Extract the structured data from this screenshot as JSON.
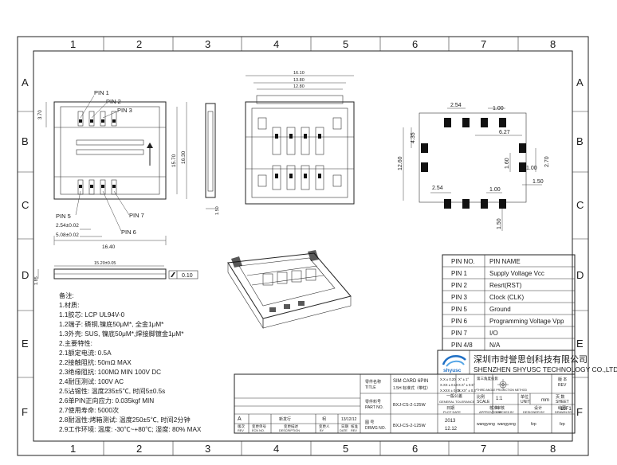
{
  "grid": {
    "columns": [
      "1",
      "2",
      "3",
      "4",
      "5",
      "6",
      "7",
      "8"
    ],
    "rows": [
      "A",
      "B",
      "C",
      "D",
      "E",
      "F"
    ]
  },
  "top_view": {
    "pin_labels": [
      "PIN 1",
      "PIN 2",
      "PIN 3",
      "PIN 5",
      "PIN 6",
      "PIN 7"
    ],
    "dims": [
      "3.70",
      "15.70",
      "16.30",
      "2.54±0.02",
      "5.08±0.02",
      "16.40",
      "1.50"
    ]
  },
  "front_view": {
    "dims": [
      "16.10",
      "13.80",
      "12.80"
    ]
  },
  "footprint": {
    "dims": [
      "2.54",
      "1.00",
      "4.35",
      "6.27",
      "12.60",
      "1.60",
      "2.70",
      "1.00",
      "1.50",
      "2.54",
      "1.00",
      "1.50"
    ]
  },
  "side_view": {
    "dims": [
      "15.20±0.05",
      "1.85",
      "0.10"
    ]
  },
  "pin_table": {
    "headers": [
      "PIN NO.",
      "PIN  NAME"
    ],
    "rows": [
      [
        "PIN 1",
        "Supply Voltage Vcc"
      ],
      [
        "PIN 2",
        "Resrt(RST)"
      ],
      [
        "PIN 3",
        "Clock (CLK)"
      ],
      [
        "PIN 5",
        "Ground"
      ],
      [
        "PIN 6",
        "Programming Voltage Vpp"
      ],
      [
        "PIN 7",
        "I/O"
      ],
      [
        "PIN 4/8",
        "N/A"
      ]
    ]
  },
  "notes": [
    "备注:",
    "1.材质:",
    "1.1胶芯: LCP UL94V-0",
    "1.2端子: 磷铜,镍底50μM*, 全金1μM*",
    "1.3外壳: SUS, 镍底50μM*,焊接脚镀金1μM*",
    "2.主要特性:",
    "2.1额定电流: 0.5A",
    "2.2接触阻抗: 50mΩ MAX",
    "2.3绝缘阻抗: 100MΩ MIN 100V DC",
    "2.4耐压测试: 100V AC",
    "2.5沾锡性: 温度235±5℃, 时间5±0.5s",
    "2.6单PIN正向应力: 0.035kgf MIN",
    "2.7使用寿命: 5000次",
    "2.8耐温性:烤箱测试: 温度250±5℃, 时间2分钟",
    "2.9工作环境: 温度: -30℃~+80℃; 湿度: 80% MAX"
  ],
  "company": {
    "name_cn": "深圳市时誉思创科技有限公司",
    "name_en": "SHENZHEN SHYUSC TECHNOLOGY CO.,LTD",
    "logo_text": "shyusc"
  },
  "title_block": {
    "part_name_label": "零件名称",
    "part_name_label_en": "TITLE",
    "part_name": "SIM CARD 6PIN",
    "part_name_sub": "1.5H 标准式（带柱）",
    "part_no_label": "零件料号",
    "part_no_label_en": "PART NO.",
    "part_no": "BXJ-CS-2-125W",
    "drawing_label": "图  号",
    "drawing_label_en": "DRWG NO.",
    "drawing_no": "BXJ-CS-2-125W",
    "tolerance_title": "一般公差",
    "tolerance_title_en": "GENERAL TOLERANCE",
    "tolerance_rows": [
      "X.X ± 0.20",
      "X.XX ± 0.10",
      "X.XXX ± 0.05"
    ],
    "angle_rows": [
      "X° ± 1°",
      "X.X° ± 0.5°",
      "X.XX° ± 0.3°"
    ],
    "projection_label": "第三角度投影",
    "projection_label_en": "THIRD ANGLE PROJECTION METHOD",
    "version_label": "版 本",
    "version_label_en": "REV",
    "scale_label": "比例",
    "scale_label_en": "SCALE",
    "scale_value": "1:1",
    "unit_label": "单位",
    "unit_label_en": "UNIT",
    "unit_value": "mm",
    "sheet_label": "页 数",
    "sheet_label_en": "SHEET",
    "sheet_value": "10F1",
    "date_label": "日期",
    "date_label_en": "PLOT DATE",
    "date_year": "2013",
    "date_md": "12.12",
    "approved_label": "核准",
    "approved_label_en": "APPROVED BY",
    "approved_value": "wangyong",
    "checked_label": "审核",
    "checked_label_en": "CHECKED BY",
    "checked_value": "wangyong",
    "designer_label": "设计",
    "designer_label_en": "DESIGNER BY",
    "designer_value": "fzp",
    "drawn_label": "绘图",
    "drawn_label_en": "DRAWN BY",
    "drawn_value": "fzp"
  },
  "revision": {
    "rev": "A",
    "desc": "新发行",
    "by": "柯",
    "date": "13/12/12",
    "headers": [
      "版次",
      "变更单号",
      "变更描述",
      "变更人",
      "日期",
      "核准"
    ],
    "headers_en": [
      "REV",
      "ECN NO.",
      "DESCRIPTION",
      "BY",
      "DATE",
      "REV"
    ]
  }
}
